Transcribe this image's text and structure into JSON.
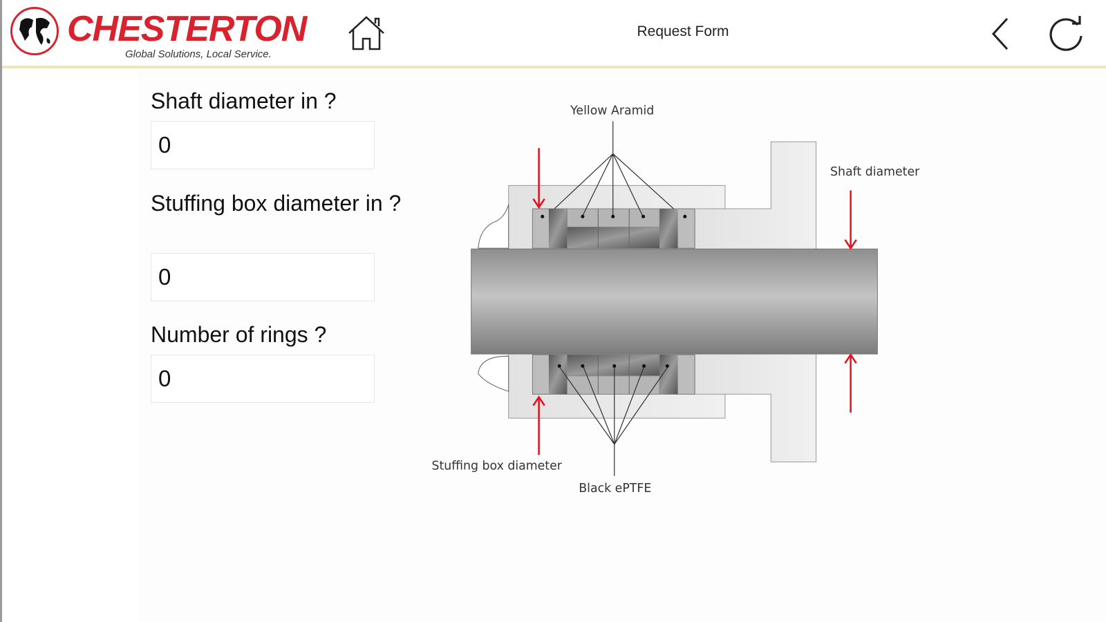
{
  "header": {
    "logo_text": "CHESTERTON",
    "logo_tagline": "Global Solutions, Local Service.",
    "title": "Request Form"
  },
  "form": {
    "fields": [
      {
        "label": "Shaft diameter in ?",
        "value": "0"
      },
      {
        "label": "Stuffing box diameter in ?",
        "value": "0"
      },
      {
        "label": "Number of rings ?",
        "value": "0"
      }
    ]
  },
  "diagram": {
    "labels": {
      "yellow_aramid": "Yellow Aramid",
      "shaft_diameter": "Shaft diameter",
      "stuffing_box_diameter": "Stuffing box diameter",
      "black_eptfe": "Black ePTFE"
    },
    "colors": {
      "arrow": "#e0141e",
      "brand": "#d8232f"
    }
  }
}
